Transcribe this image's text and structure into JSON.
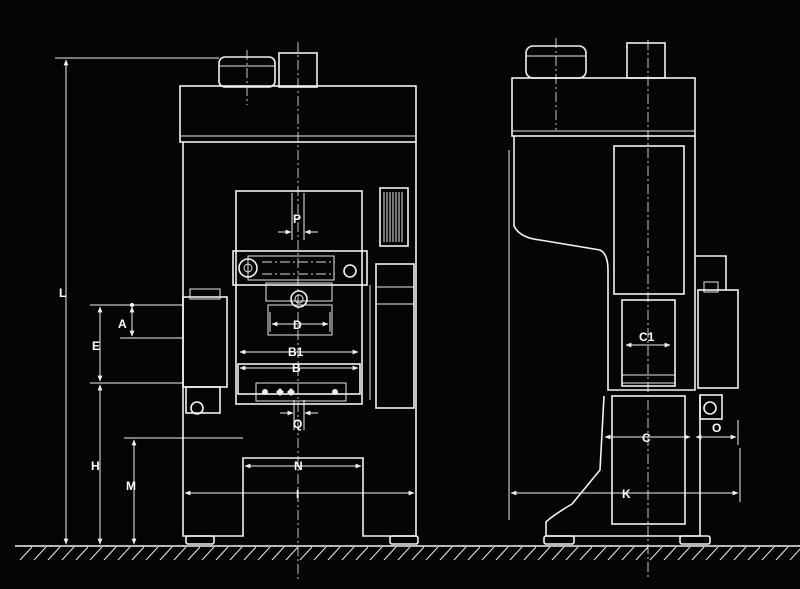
{
  "labels": {
    "P": "P",
    "A": "A",
    "E": "E",
    "L": "L",
    "D": "D",
    "B1": "B1",
    "B": "B",
    "Q": "Q",
    "H": "H",
    "M": "M",
    "N": "N",
    "I": "I",
    "C1": "C1",
    "C": "C",
    "O": "O",
    "K": "K"
  },
  "colors": {
    "background": "#050505",
    "line": "#f2f2f2"
  }
}
